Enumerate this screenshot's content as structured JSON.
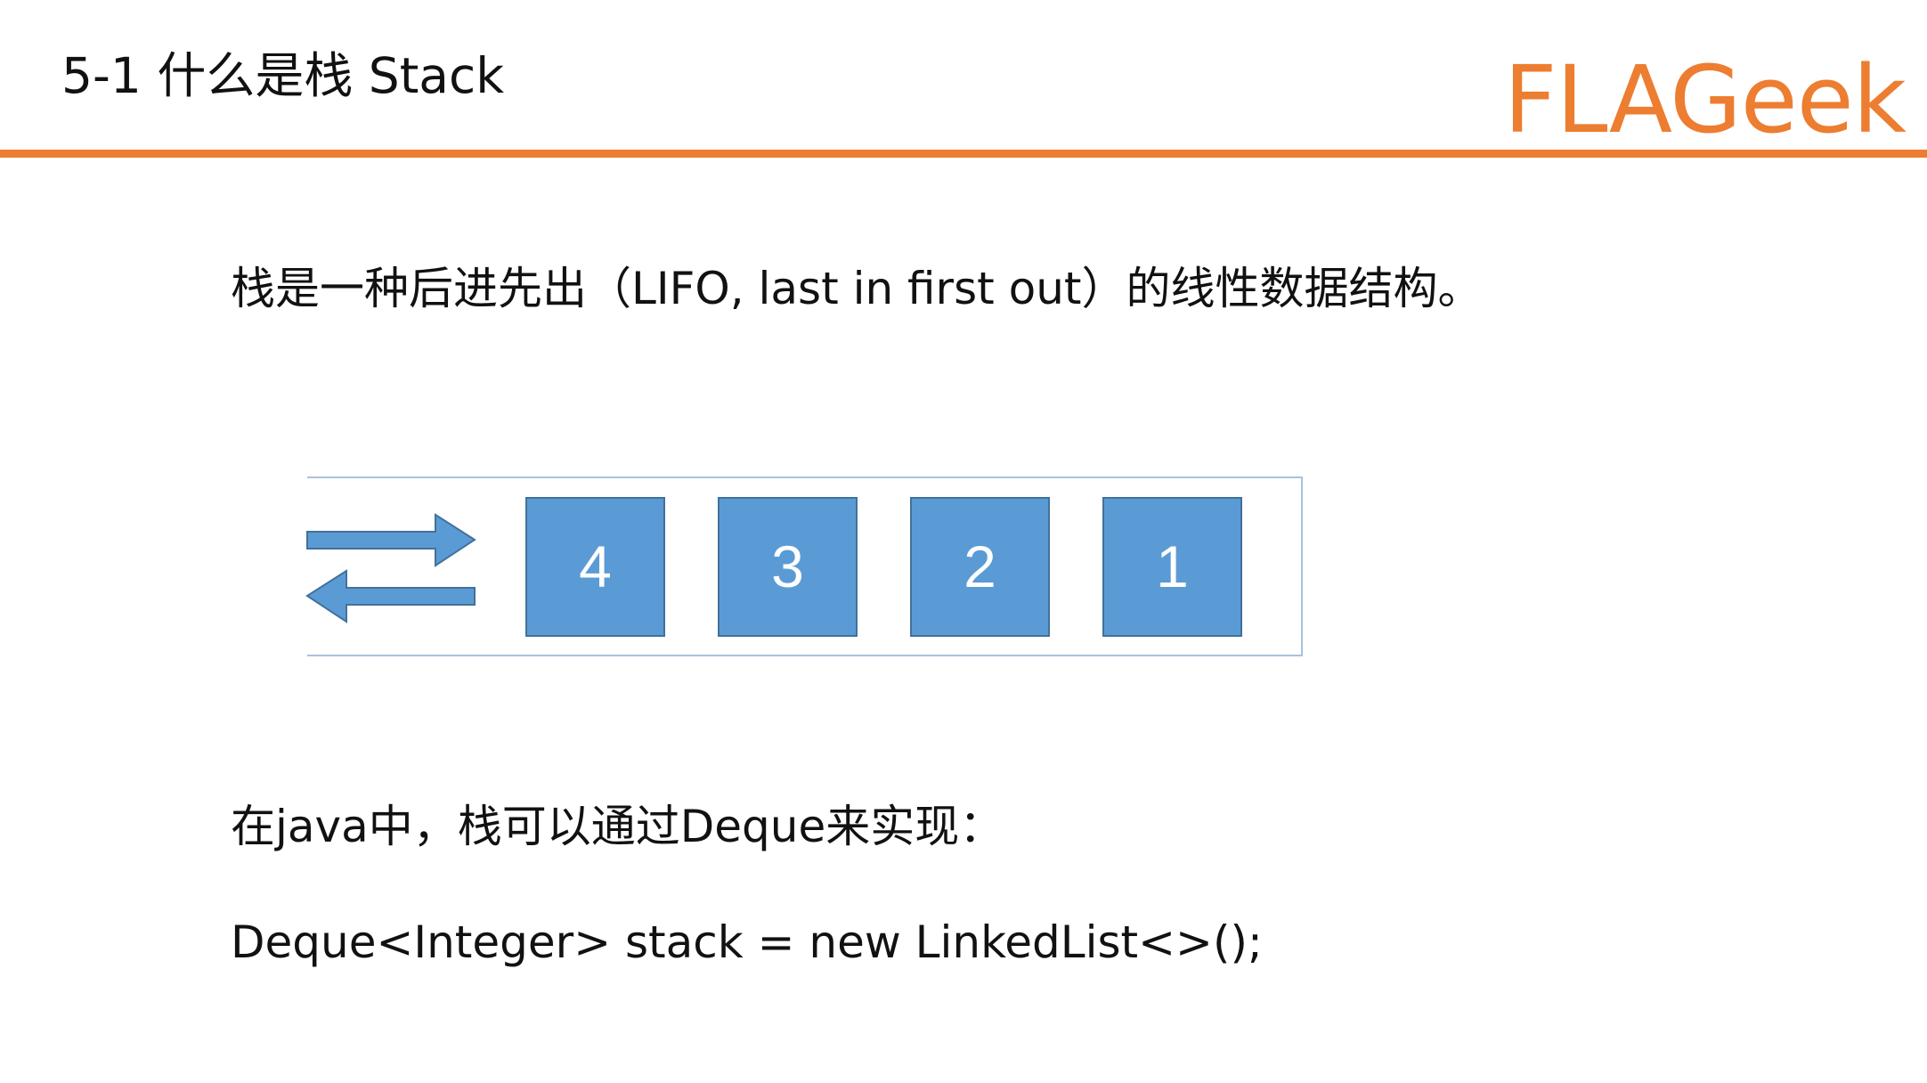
{
  "header": {
    "title": "5-1 什么是栈 Stack",
    "brand": "FLAGeek",
    "accent_color": "#ed7d31"
  },
  "definition": "栈是一种后进先出（LIFO, last in first out）的线性数据结构。",
  "diagram": {
    "arrow_icons": [
      "push-arrow-icon",
      "pop-arrow-icon"
    ],
    "box_color": "#5b9bd5",
    "elements": [
      "4",
      "3",
      "2",
      "1"
    ]
  },
  "java_intro": "在java中，栈可以通过Deque来实现：",
  "code": "Deque<Integer> stack = new LinkedList<>();"
}
